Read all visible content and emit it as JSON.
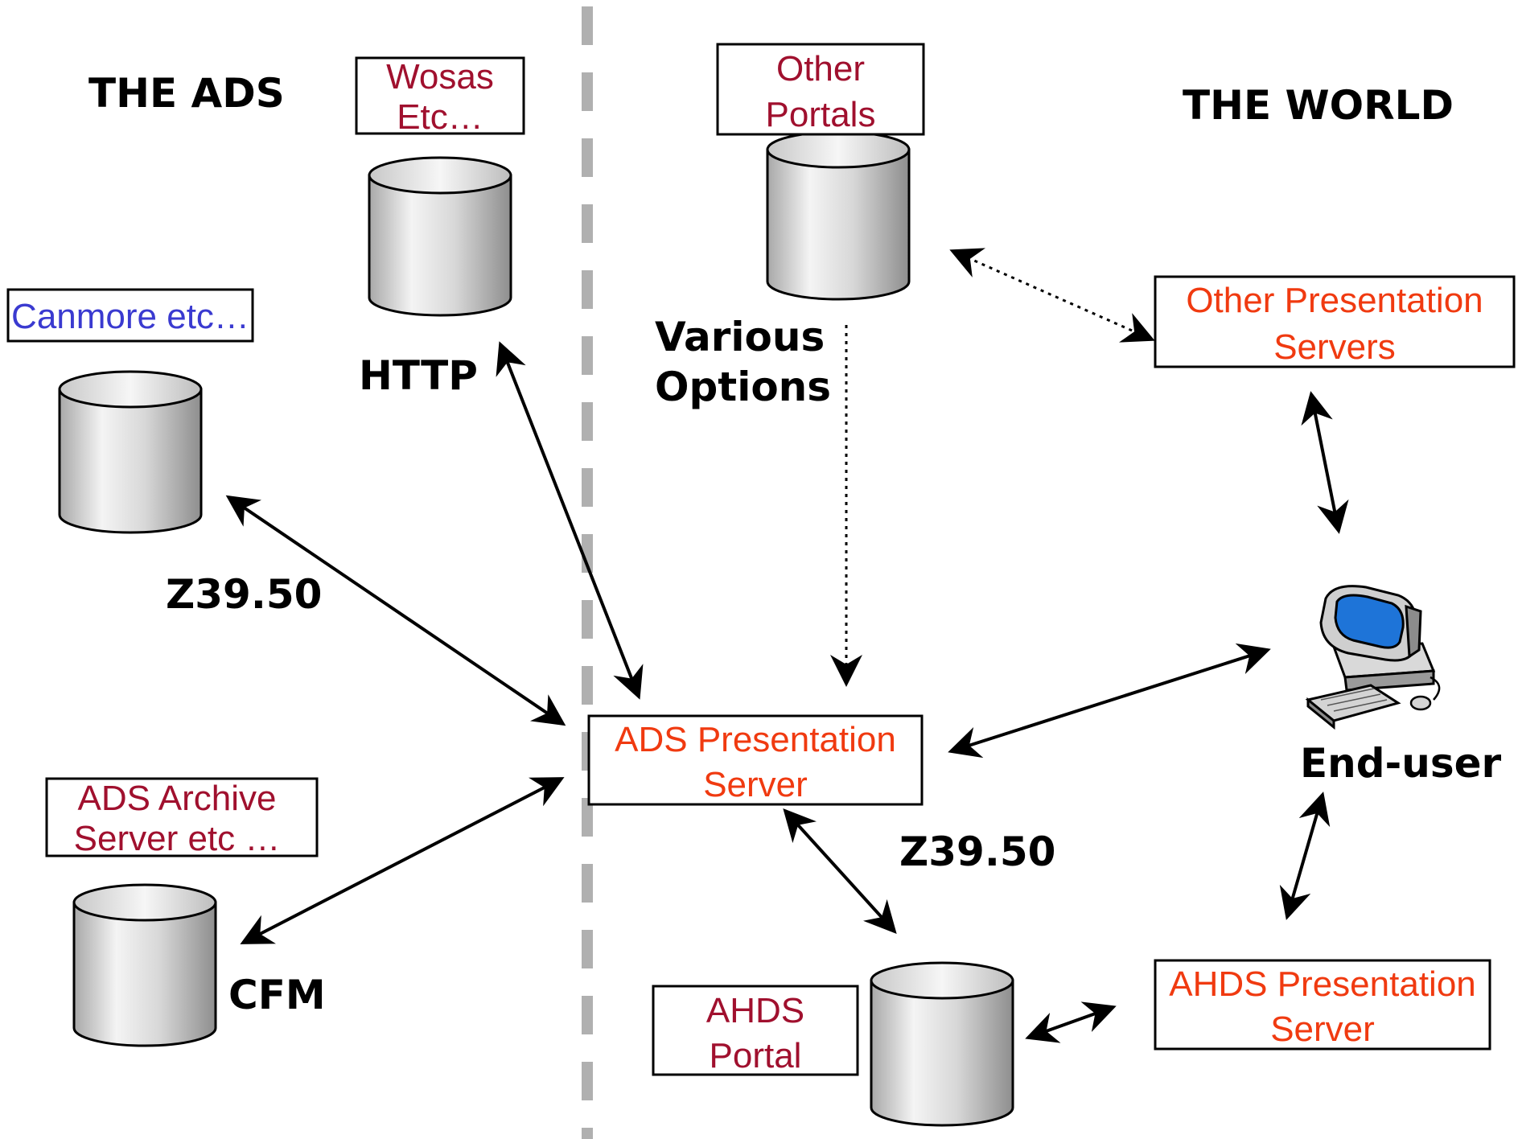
{
  "headings": {
    "left": "THE ADS",
    "right": "THE WORLD"
  },
  "protocols": {
    "http": "HTTP",
    "z3950_left": "Z39.50",
    "cfm": "CFM",
    "various_line1": "Various",
    "various_line2": "Options",
    "z3950_bottom": "Z39.50"
  },
  "boxes": {
    "wosas": {
      "line1": "Wosas",
      "line2": "Etc…"
    },
    "other_portals": {
      "line1": "Other",
      "line2": "Portals"
    },
    "canmore": {
      "line1": "Canmore etc…"
    },
    "ads_archive": {
      "line1": "ADS Archive",
      "line2": "Server etc …"
    },
    "other_presentation": {
      "line1": "Other Presentation",
      "line2": "Servers"
    },
    "ads_presentation": {
      "line1": "ADS Presentation",
      "line2": "Server"
    },
    "ahds_portal": {
      "line1": "AHDS",
      "line2": "Portal"
    },
    "ahds_presentation": {
      "line1": "AHDS Presentation",
      "line2": "Server"
    }
  },
  "end_user": {
    "label": "End-user"
  },
  "colors": {
    "maroon": "#a0102e",
    "orange_red": "#f03a10",
    "blue": "#3a3ad0",
    "divider": "#b0b0b0",
    "cylinder_light": "#f2f2f2",
    "cylinder_dark": "#9c9c9c"
  }
}
